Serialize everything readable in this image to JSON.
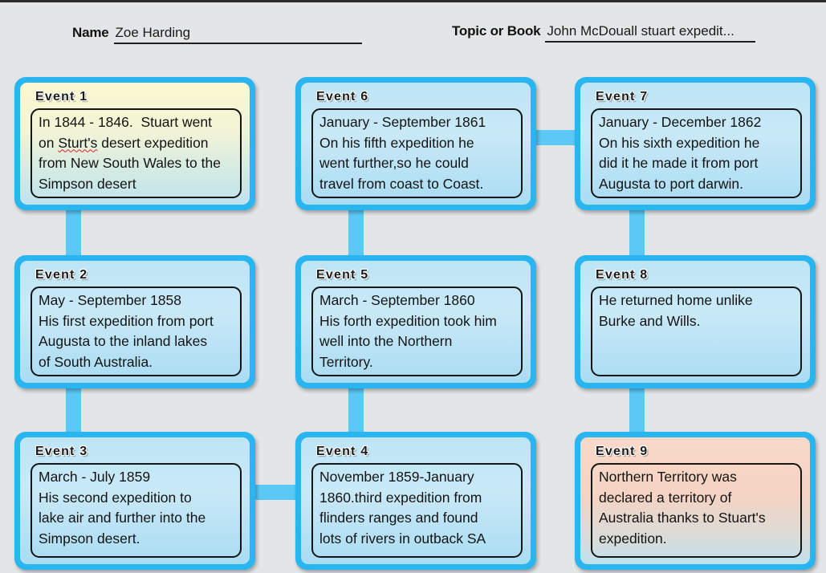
{
  "page": {
    "background_color": "#e4e5e7",
    "accent_color": "#29b6f0",
    "connector_color": "#5bc8f5"
  },
  "header": {
    "name_label": "Name",
    "name_value": "Zoe Harding",
    "topic_label": "Topic or Book",
    "topic_value": "John McDouall stuart expedit..."
  },
  "cards": [
    {
      "id": "event-1",
      "title": "Event 1",
      "fill": "yellow",
      "lines": [
        "In 1844 - 1846.  Stuart went",
        "on Sturt's desert expedition",
        "from New South Wales to the",
        "Simpson desert"
      ],
      "misspelled_word": "Sturt's"
    },
    {
      "id": "event-6",
      "title": "Event 6",
      "fill": "blue",
      "lines": [
        "January - September 1861",
        "On his fifth expedition he",
        "went further,so he could",
        "travel from coast to Coast."
      ]
    },
    {
      "id": "event-7",
      "title": "Event 7",
      "fill": "blue",
      "lines": [
        "January - December 1862",
        "On his sixth expedition he",
        "did it he made it from port",
        "Augusta to port darwin."
      ]
    },
    {
      "id": "event-2",
      "title": "Event 2",
      "fill": "blue",
      "lines": [
        "May - September 1858",
        "His first expedition from port",
        "Augusta to the inland lakes",
        "of South Australia."
      ]
    },
    {
      "id": "event-5",
      "title": "Event 5",
      "fill": "blue",
      "lines": [
        "March - September 1860",
        "His forth expedition took him",
        "well into the Northern",
        "Territory."
      ]
    },
    {
      "id": "event-8",
      "title": "Event 8",
      "fill": "blue",
      "lines": [
        "He returned home unlike",
        "Burke and Wills.",
        "",
        ""
      ]
    },
    {
      "id": "event-3",
      "title": "Event 3",
      "fill": "blue",
      "lines": [
        "March - July 1859",
        "His second expedition to",
        "lake air and further into the",
        "Simpson desert."
      ]
    },
    {
      "id": "event-4",
      "title": "Event 4",
      "fill": "blue",
      "lines": [
        "November 1859-January",
        "1860.third expedition from",
        "flinders ranges and found",
        "lots of rivers in outback SA"
      ]
    },
    {
      "id": "event-9",
      "title": "Event 9",
      "fill": "pink",
      "lines": [
        "Northern Territory was",
        "declared a territory of",
        "Australia thanks to Stuart's",
        "expedition."
      ]
    }
  ]
}
